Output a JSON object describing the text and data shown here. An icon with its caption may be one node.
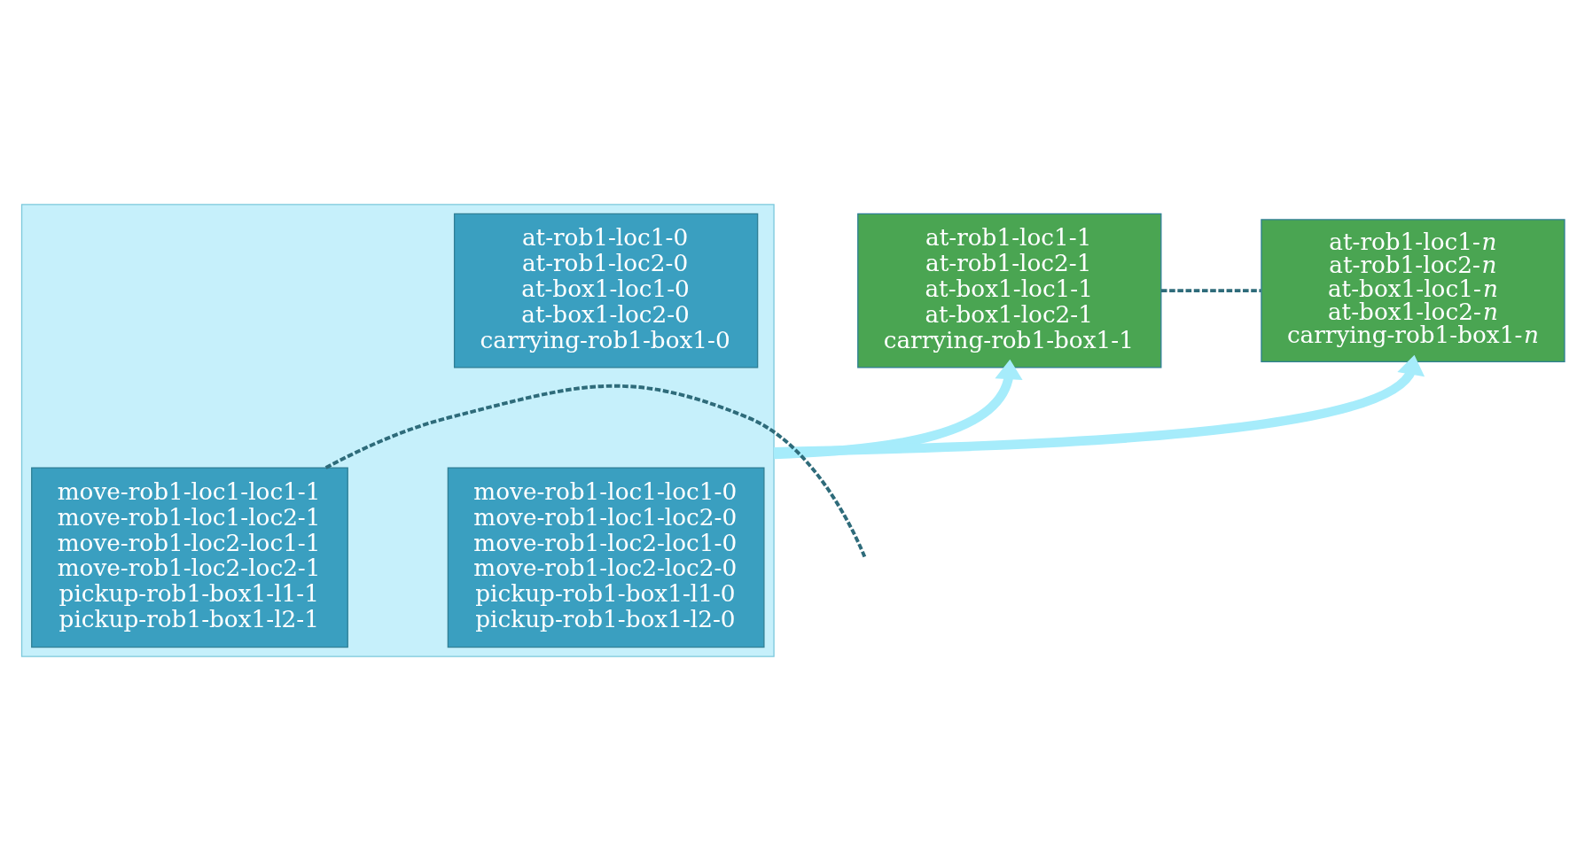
{
  "diagram": {
    "nodes": [
      {
        "text": [],
        "shape": "box"
      },
      {
        "text": [
          "at-rob1-loc1-0",
          "at-rob1-loc2-0",
          "at-box1-loc1-0",
          "at-box1-loc2-0",
          "carrying-rob1-box1-0"
        ],
        "in": 0
      },
      {
        "text": [
          "at-rob1-loc1-1",
          "at-rob1-loc2-1",
          "at-box1-loc1-1",
          "at-box1-loc2-1",
          "carrying-rob1-box1-1"
        ]
      },
      {
        "text": [
          "at-rob1-loc1-*n*",
          "at-rob1-loc2-*n*",
          "at-box1-loc1-*n*",
          "at-box1-loc2-*n*",
          "carrying-rob1-box1-*n*"
        ]
      },
      {
        "text": [
          "move-rob1-loc1-loc1-0",
          "move-rob1-loc1-loc2-0",
          "move-rob1-loc2-loc1-0",
          "move-rob1-loc2-loc2-0",
          "pickup-rob1-box1-l1-0",
          "pickup-rob1-box1-l2-0"
        ],
        "in": 0
      },
      {
        "text": [
          "move-rob1-loc1-loc1-1",
          "move-rob1-loc1-loc2-1",
          "move-rob1-loc2-loc1-1",
          "move-rob1-loc2-loc2-1",
          "pickup-rob1-box1-l1-1",
          "pickup-rob1-box1-l2-1"
        ],
        "in": 0
      }
    ],
    "edges": [
      {
        "from": 0,
        "to": 2,
        "arrow": "to",
        "style": "thick",
        "color": "#a6ecfb"
      },
      {
        "from": 0,
        "to": 3,
        "arrow": "to",
        "style": "thick",
        "color": "#a6ecfb"
      },
      {
        "from": 2,
        "to": 3,
        "arrow": "none",
        "style": "dashed",
        "color": "#2e6b7a"
      },
      {
        "from": 5,
        "to": null,
        "arrow": "none",
        "style": "dashed",
        "color": "#2e6b7a"
      }
    ]
  }
}
